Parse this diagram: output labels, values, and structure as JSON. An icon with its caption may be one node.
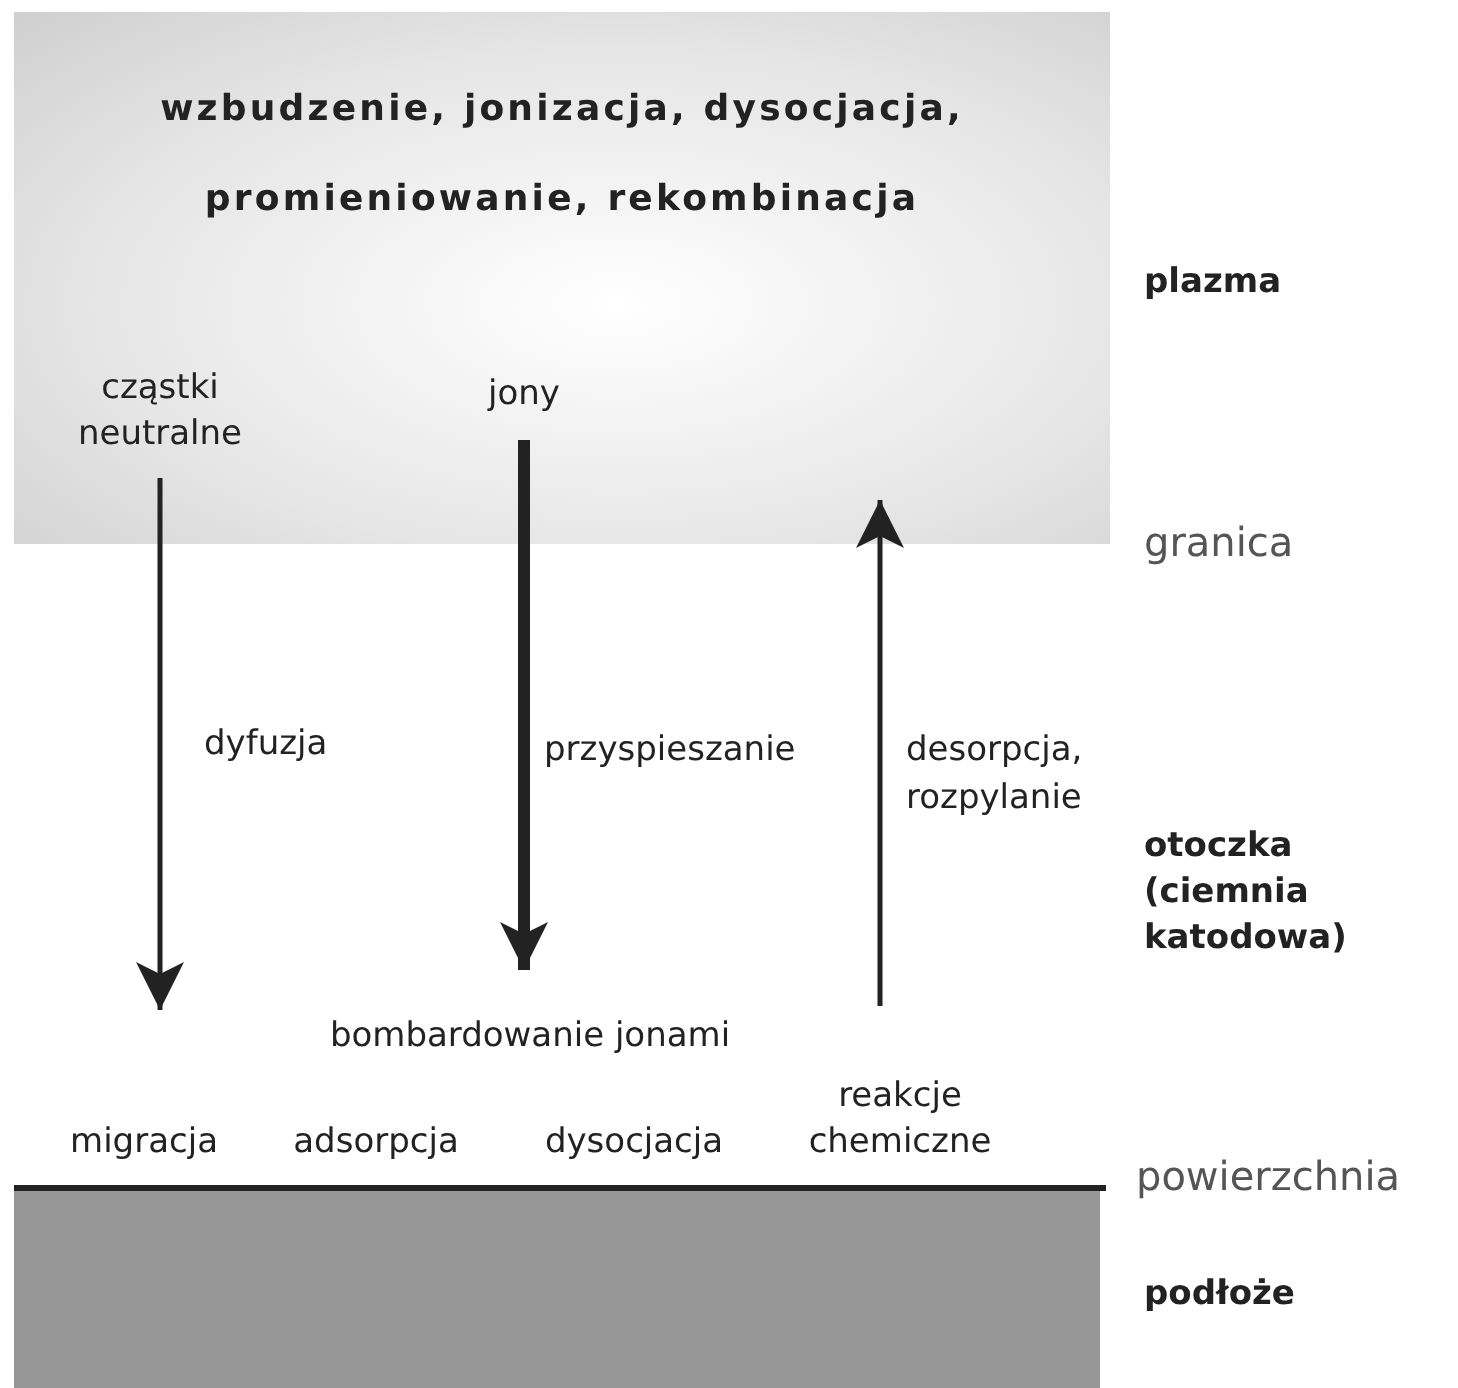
{
  "diagram": {
    "nodes": [
      {
        "text": [
          "wzbudzenie, jonizacja, dysocjacja, promieniowanie, rekombinacja"
        ]
      },
      {
        "text": [
          "cząstki neutralne"
        ],
        "in": 0
      },
      {
        "text": [
          "jony"
        ],
        "in": 0
      }
    ],
    "edges": [
      {
        "from": 1,
        "to": null,
        "arrow": "to",
        "label": "dyfuzja"
      },
      {
        "from": 2,
        "to": null,
        "arrow": "to",
        "label": "przyspieszanie",
        "style": "thick"
      },
      {
        "from": null,
        "to": 0,
        "arrow": "to",
        "label": "desorpcja, rozpylanie"
      }
    ],
    "labels": [
      "plazma",
      "granica",
      "otoczka (ciemnia katodowa)",
      "bombardowanie jonami",
      "reakcje chemiczne",
      "migracja",
      "adsorpcja",
      "dysocjacja",
      "powierzchnia",
      "podłoże"
    ]
  }
}
